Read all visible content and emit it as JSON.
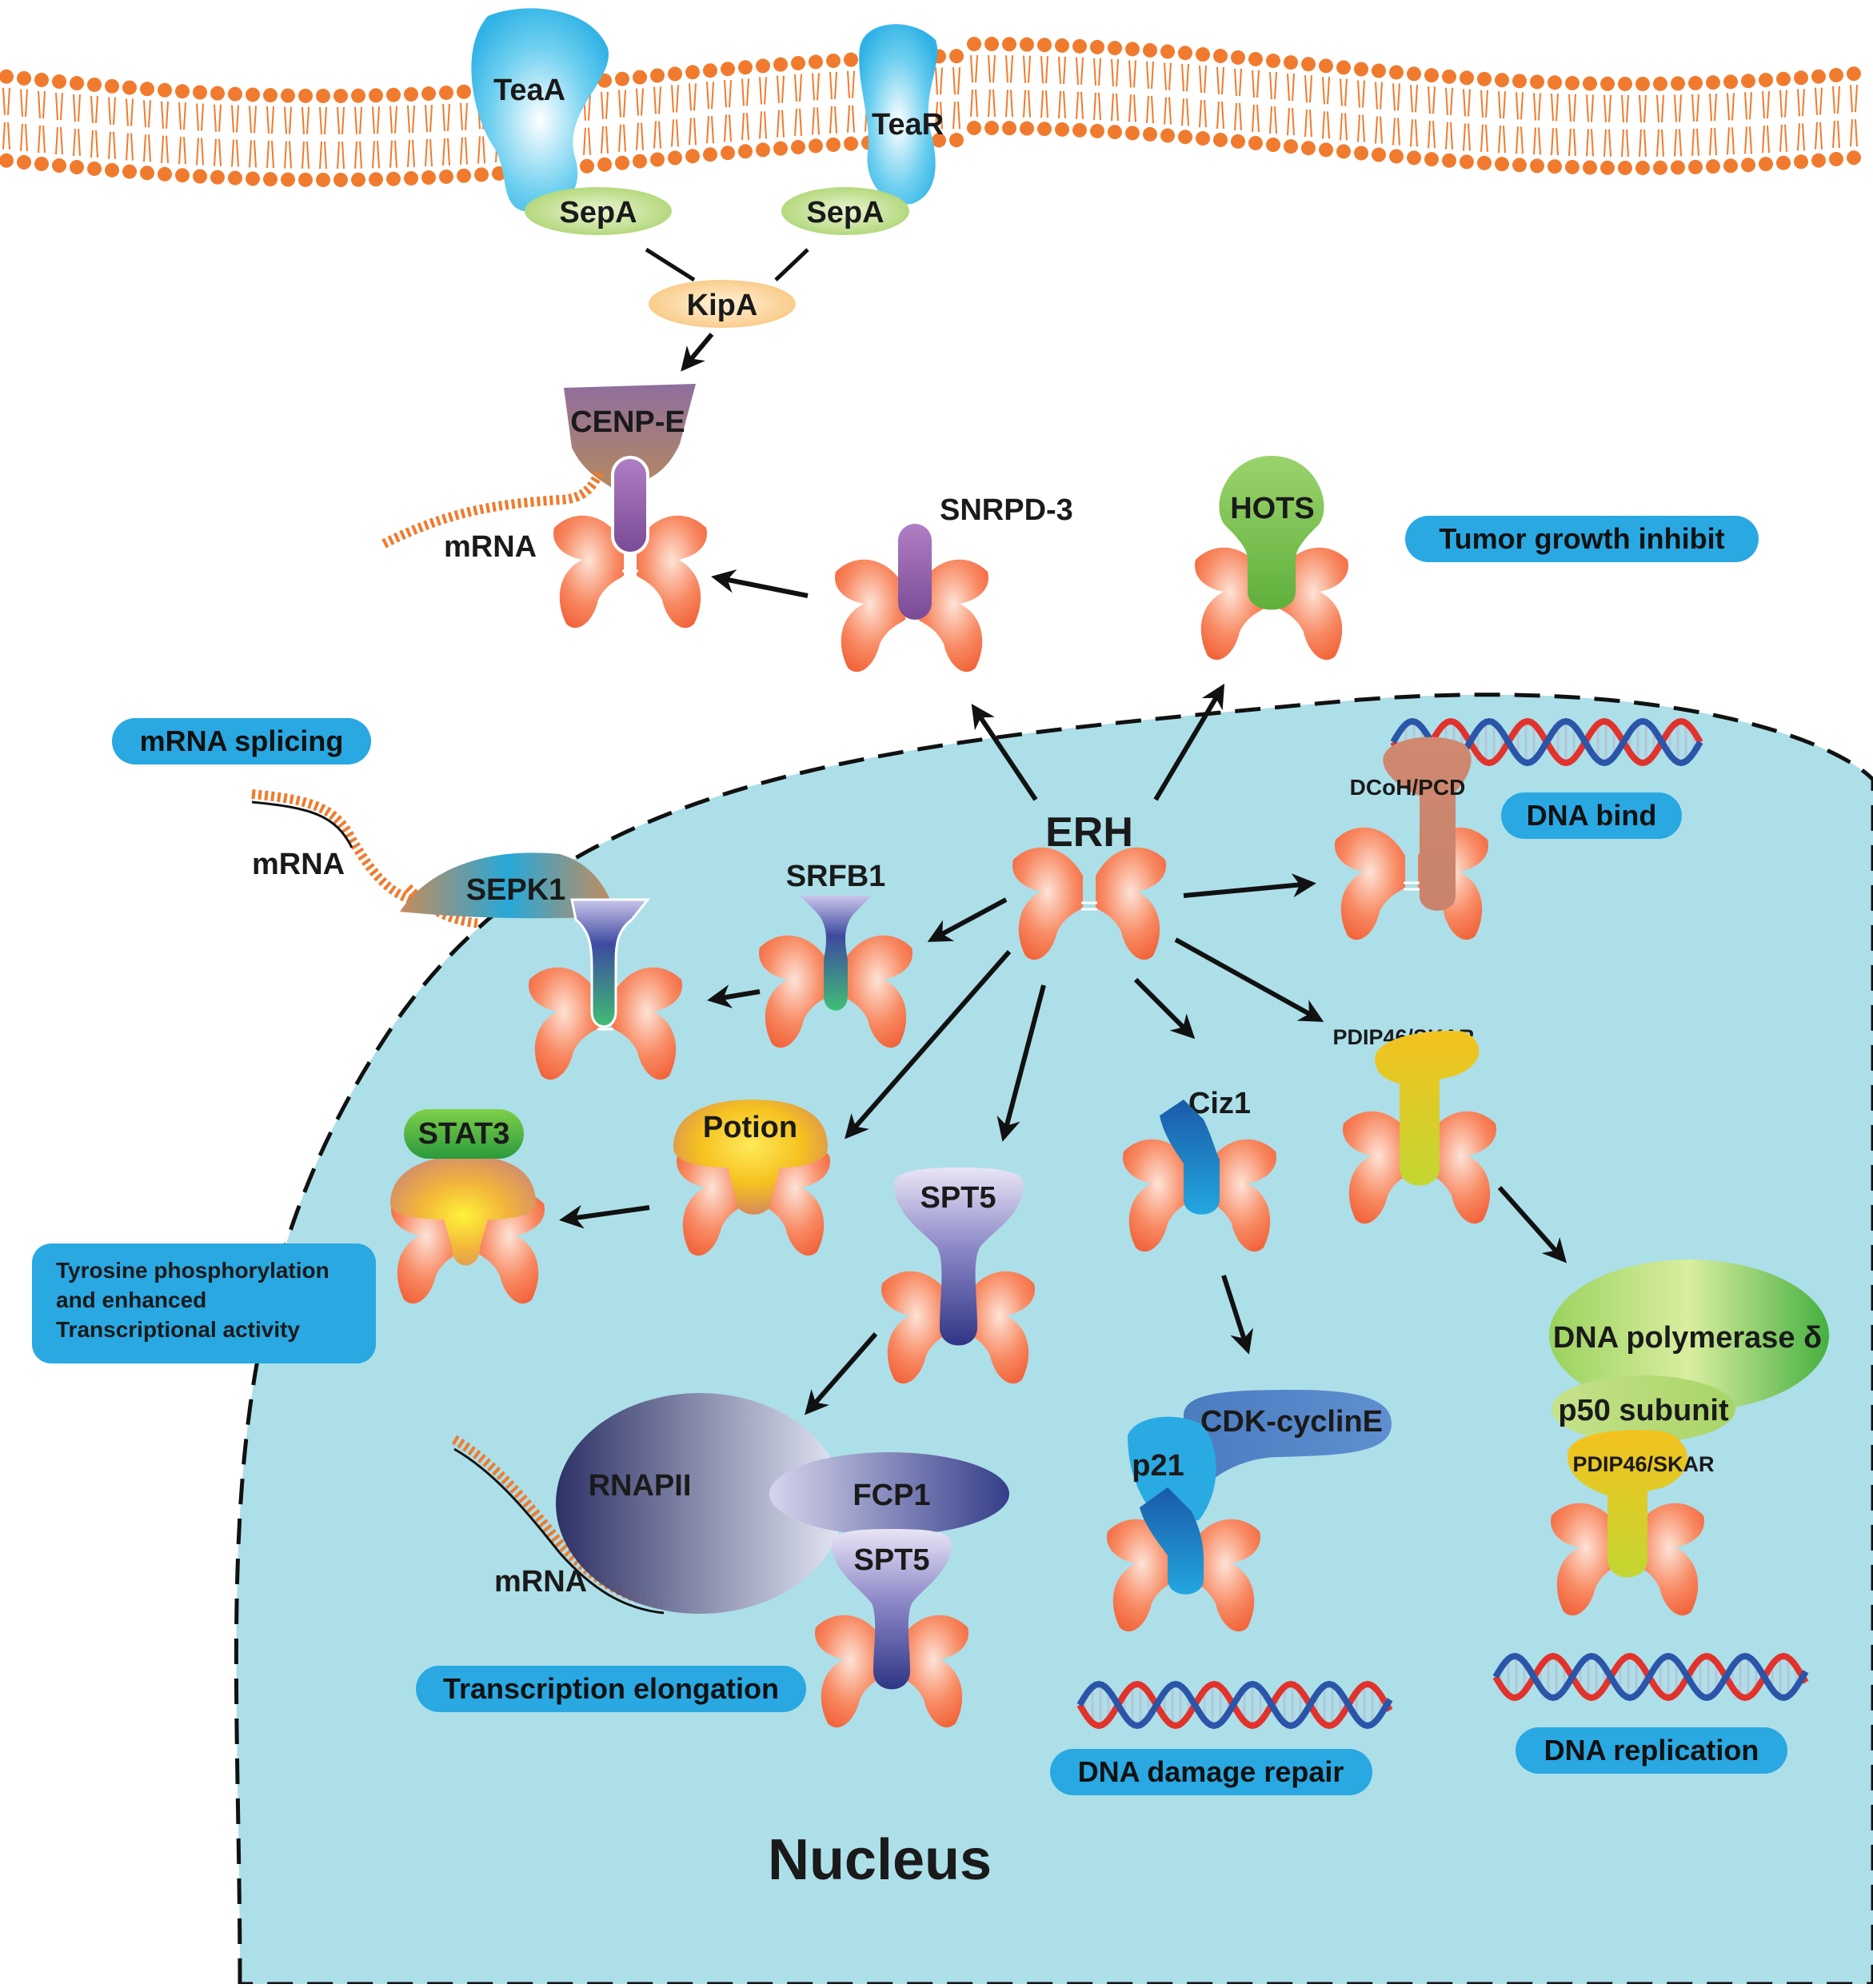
{
  "colors": {
    "membrane": "#f07b2e",
    "nucleus": "#addfe9",
    "pill": "#29a8e2",
    "erh_body": "#f26a42"
  },
  "membrane": {
    "proteins": [
      "TeaA",
      "TeaR"
    ],
    "adaptors": [
      "SepA",
      "SepA"
    ],
    "kinesin_link": "KipA"
  },
  "cytoplasm": {
    "cenp": "CENP-E",
    "mrna": "mRNA",
    "snrpd": "SNRPD-3",
    "hots": "HOTS"
  },
  "nucleus": {
    "erh": "ERH",
    "srfb1": "SRFB1",
    "sepk1": "SEPK1",
    "mrna_splice": "mRNA",
    "potion": "Potion",
    "stat3": "STAT3",
    "spt5_top": "SPT5",
    "ciz1": "Ciz1",
    "pdip_top": "PDIP46/SKAR",
    "dcoh": "DCoH/PCD",
    "rnapii": "RNAPII",
    "fcp1": "FCP1",
    "spt5_bottom": "SPT5",
    "mrna_elong": "mRNA",
    "cdk": "CDK-cyclinE",
    "p21": "p21",
    "dna_pol": "DNA polymerase δ",
    "p50": "p50 subunit",
    "pdip_bottom": "PDIP46/SKAR",
    "label": "Nucleus"
  },
  "functions": {
    "tumor": "Tumor growth inhibit",
    "splicing": "mRNA splicing",
    "dna_bind": "DNA bind",
    "tyrosine": [
      "Tyrosine phosphorylation",
      "and enhanced",
      "Transcriptional activity"
    ],
    "elongation": "Transcription elongation",
    "damage": "DNA damage repair",
    "replication": "DNA replication"
  }
}
